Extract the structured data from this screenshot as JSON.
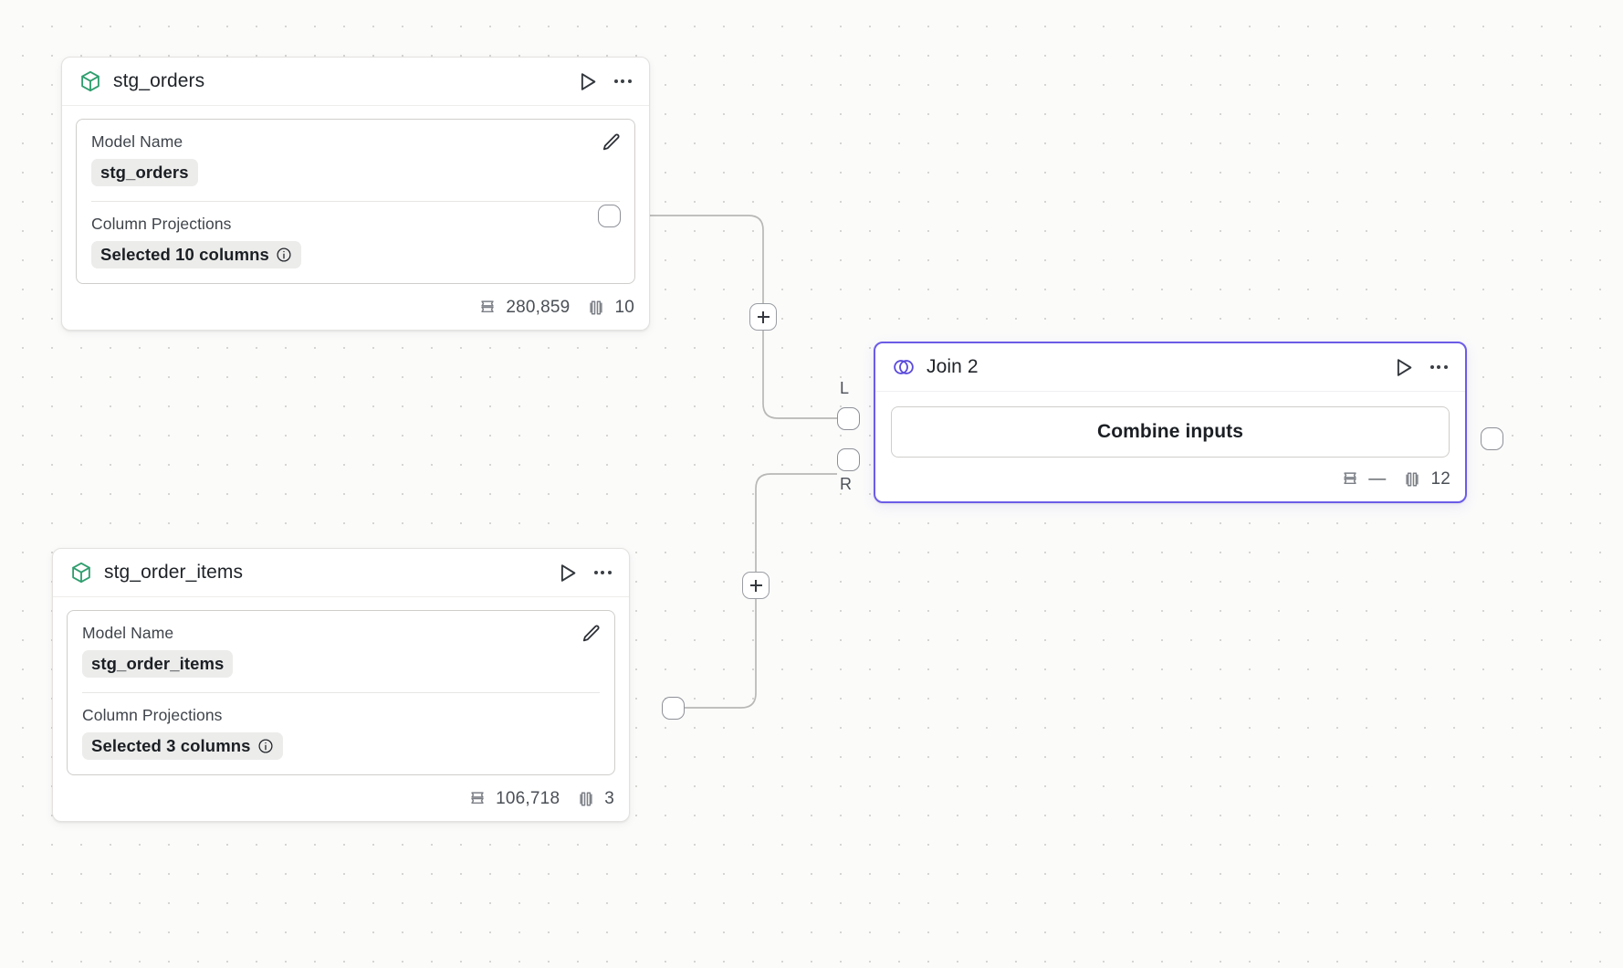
{
  "canvas": {
    "background_color": "#fbfbfa",
    "grid_dot_color": "#d6d5d2",
    "accent_color": "#6c5ce7",
    "model_icon_color": "#2f9e6e"
  },
  "nodes": [
    {
      "id": "stg_orders",
      "type": "model",
      "icon": "cube-icon",
      "title": "stg_orders",
      "actions": {
        "run_label": "run-icon",
        "menu_label": "more-options-icon"
      },
      "properties": [
        {
          "label": "Model Name",
          "value": "stg_orders",
          "has_info": false
        },
        {
          "label": "Column Projections",
          "value": "Selected 10 columns",
          "has_info": true
        }
      ],
      "edit_action": "edit-icon",
      "stats": {
        "rows_icon": "rows-icon",
        "rows": "280,859",
        "columns_icon": "columns-icon",
        "columns": "10"
      }
    },
    {
      "id": "stg_order_items",
      "type": "model",
      "icon": "cube-icon",
      "title": "stg_order_items",
      "actions": {
        "run_label": "run-icon",
        "menu_label": "more-options-icon"
      },
      "properties": [
        {
          "label": "Model Name",
          "value": "stg_order_items",
          "has_info": false
        },
        {
          "label": "Column Projections",
          "value": "Selected 3 columns",
          "has_info": true
        }
      ],
      "edit_action": "edit-icon",
      "stats": {
        "rows_icon": "rows-icon",
        "rows": "106,718",
        "columns_icon": "columns-icon",
        "columns": "3"
      }
    },
    {
      "id": "join_2",
      "type": "join",
      "icon": "venn-icon",
      "title": "Join 2",
      "selected": true,
      "actions": {
        "run_label": "run-icon",
        "menu_label": "more-options-icon"
      },
      "combine_button": "Combine inputs",
      "input_port_labels": {
        "left": "L",
        "right": "R"
      },
      "stats": {
        "rows_icon": "rows-icon",
        "rows": "—",
        "columns_icon": "columns-icon",
        "columns": "12"
      }
    }
  ],
  "edges": [
    {
      "from": "stg_orders",
      "to": "join_2",
      "to_port": "L",
      "add_button": "+"
    },
    {
      "from": "stg_order_items",
      "to": "join_2",
      "to_port": "R",
      "add_button": "+"
    }
  ]
}
